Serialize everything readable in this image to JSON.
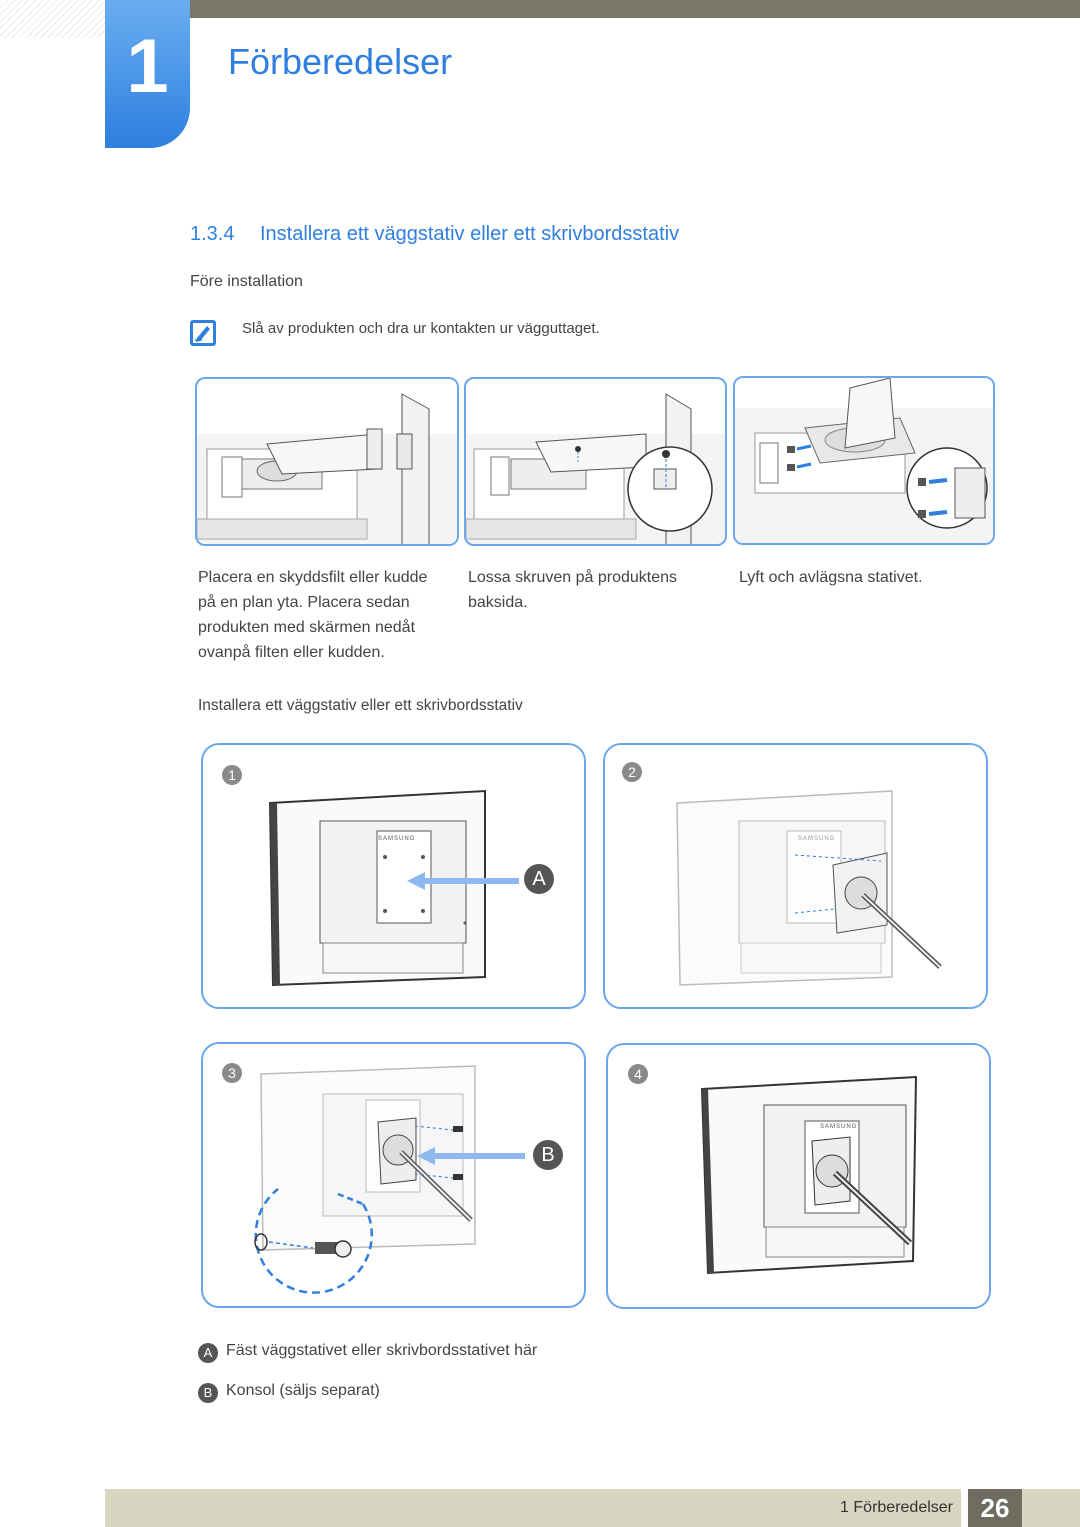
{
  "chapter": {
    "number": "1",
    "title": "Förberedelser"
  },
  "section": {
    "number": "1.3.4",
    "title": "Installera ett väggstativ eller ett skrivbordsstativ"
  },
  "before_install": {
    "heading": "Före installation",
    "note": "Slå av produkten och dra ur kontakten ur vägguttaget.",
    "steps": [
      {
        "lines": [
          "Placera en skyddsfilt eller kudde",
          "på en plan yta. Placera sedan",
          "produkten med skärmen nedåt",
          "ovanpå filten eller kudden."
        ]
      },
      {
        "lines": [
          "Lossa skruven på produktens",
          "baksida."
        ]
      },
      {
        "lines": [
          "Lyft och avlägsna stativet."
        ]
      }
    ]
  },
  "install": {
    "heading": "Installera ett väggstativ eller ett skrivbordsstativ",
    "step_numbers": [
      "1",
      "2",
      "3",
      "4"
    ],
    "callouts": {
      "a": "A",
      "b": "B"
    },
    "brand_label": "SAMSUNG"
  },
  "legend": [
    {
      "key": "A",
      "text": "Fäst väggstativet eller skrivbordsstativet här"
    },
    {
      "key": "B",
      "text": "Konsol (säljs separat)"
    }
  ],
  "footer": {
    "chapter_label": "1 Förberedelser",
    "page": "26"
  },
  "colors": {
    "accent": "#2f7fe0",
    "panel_border": "#6aa6ec",
    "footer_bar": "#d8d5c1",
    "page_box": "#6f6c60"
  }
}
